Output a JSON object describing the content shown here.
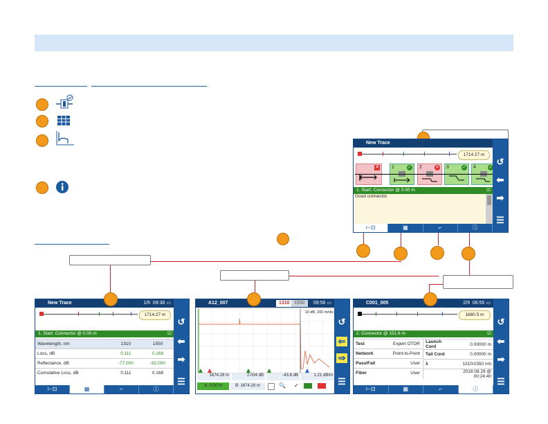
{
  "colors": {
    "accent": "#1c5aa0",
    "callout": "#f39a1c",
    "pass": "#2e8b26",
    "fail": "#e03a3a"
  },
  "icons": {
    "legend": [
      "link-map-icon",
      "table-icon",
      "trace-icon",
      "info-icon"
    ],
    "side": [
      "undo-icon",
      "arrow-left-icon",
      "arrow-right-icon",
      "menu-icon"
    ],
    "tabs": [
      "link-map-icon",
      "table-icon",
      "trace-icon",
      "info-icon"
    ]
  },
  "main_screen": {
    "title": "New Trace",
    "distance": "1714.27 m",
    "event_header": "1. Start: Connector @ 0.00 m",
    "event_text": "Good connector.",
    "event_numbers": [
      "1",
      "2",
      "3",
      "4"
    ],
    "event_status": [
      "pass",
      "fail",
      "pass",
      "pass"
    ]
  },
  "table_screen": {
    "title": "New Trace",
    "page": "1/6",
    "time": "09:38",
    "distance": "1714.27 m",
    "event_header": "1. Start: Connector @ 0.00 m",
    "columns": [
      "Wavelength, nm",
      "1310",
      "1550"
    ],
    "rows": [
      {
        "label": "Loss, dB",
        "a": "0.111",
        "b": "0.168"
      },
      {
        "label": "Reflectance, dB",
        "a": "-77.000",
        "b": "-82.000"
      },
      {
        "label": "Cumulative Loss, dB",
        "a": "0.111",
        "b": "0.168"
      }
    ]
  },
  "trace_screen": {
    "title": "A12_007",
    "tab_a": "1310",
    "tab_b": "1550",
    "time": "09:56",
    "scale": "10 dB, 200 m/div",
    "readouts": [
      "1674.28 m",
      "2.034 dB",
      "-43.8 dB",
      "1.21 dB/m"
    ],
    "cursor_a": "A: 0.00 m",
    "cursor_b": "B: 1674.28 m"
  },
  "info_screen": {
    "title": "C001_005",
    "page": "2/9",
    "time": "06:55",
    "distance": "1680.5 m",
    "event_header": "2. Connector @ 151.6 m",
    "left": [
      {
        "k": "Test",
        "v": "Expert OTDR"
      },
      {
        "k": "Network",
        "v": "Point-to-Point"
      },
      {
        "k": "Pass/Fail",
        "v": "User"
      },
      {
        "k": "Fiber",
        "v": "User"
      }
    ],
    "right": [
      {
        "k": "Launch Cord",
        "v": "0.00000 m"
      },
      {
        "k": "Tail Cord",
        "v": "0.00000 m"
      },
      {
        "k": "λ",
        "v": "1310/1550 nm"
      },
      {
        "k": "",
        "v": "2018.08.29 @ 00:24:40"
      }
    ]
  }
}
